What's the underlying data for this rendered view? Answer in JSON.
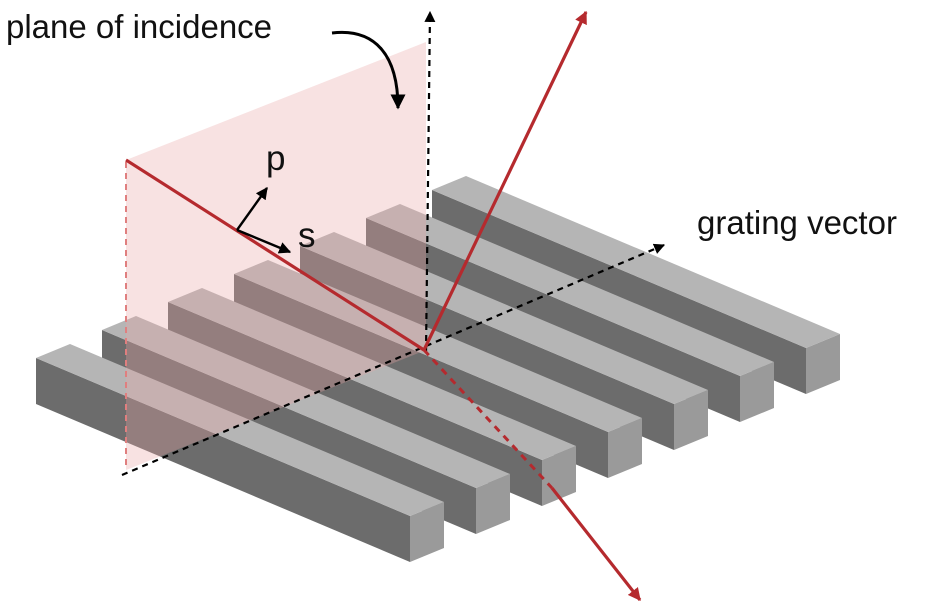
{
  "labels": {
    "plane_of_incidence": "plane of incidence",
    "grating_vector": "grating vector",
    "p": "p",
    "s": "s"
  },
  "colors": {
    "beam": "#b52a2e",
    "plane_fill": "#f6dcdc",
    "bar_top": "#b5b5b5",
    "bar_side": "#6c6c6c",
    "bar_front": "#9a9a9a",
    "axis": "#000000"
  },
  "grating": {
    "bar_count": 7
  }
}
